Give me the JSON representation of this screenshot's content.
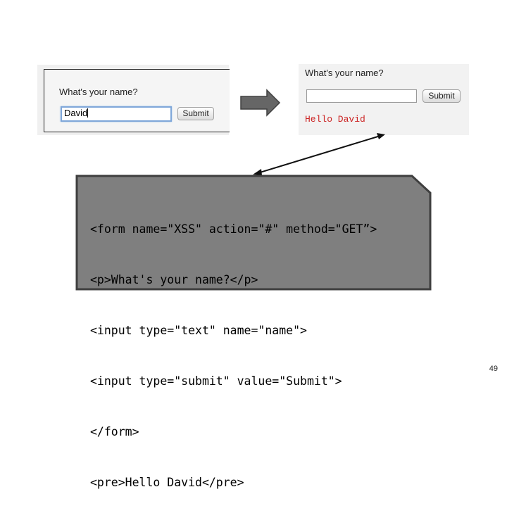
{
  "before_panel": {
    "question": "What's your name?",
    "input_value": "David",
    "submit_label": "Submit"
  },
  "after_panel": {
    "question": "What's your name?",
    "input_value": "",
    "submit_label": "Submit",
    "result": "Hello David"
  },
  "code": {
    "lines": [
      "<form name=\"XSS\" action=\"#\" method=\"GET”>",
      "<p>What's your name?</p>",
      "<input type=\"text\" name=\"name\">",
      "<input type=\"submit\" value=\"Submit\">",
      "</form>",
      "<pre>Hello David</pre>"
    ]
  },
  "page_number": "49",
  "colors": {
    "code_box_fill": "#7f7f7f",
    "code_box_border": "#3f3f3f",
    "arrow_fill": "#666666",
    "result_text": "#cc2222",
    "focus_ring": "#7fa7d9"
  },
  "icons": {
    "flow_arrow": "right-block-arrow-icon",
    "connector": "double-headed-arrow-icon"
  }
}
